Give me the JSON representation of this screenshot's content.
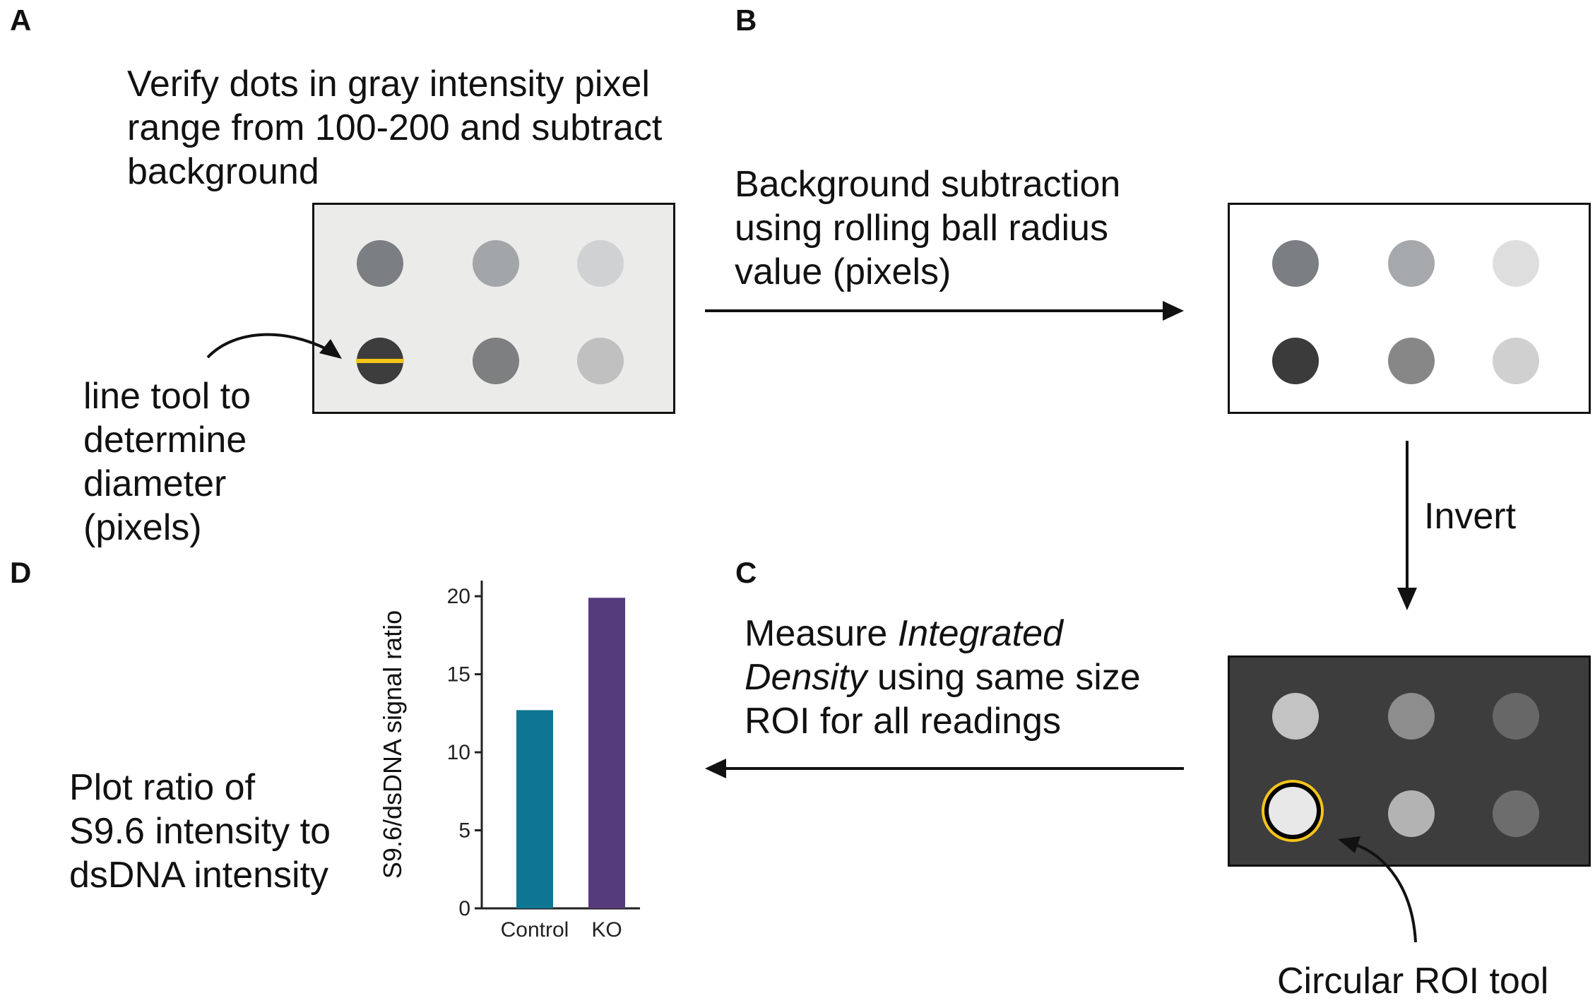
{
  "panels": {
    "a": {
      "letter": "A",
      "title_lines": [
        "Verify dots in gray intensity pixel",
        "range from 100-200 and subtract",
        "background"
      ],
      "annotation_lines": [
        "line tool to",
        "determine",
        "diameter",
        "(pixels)"
      ],
      "dot_colors": [
        "#7b7f83",
        "#a3a6a9",
        "#cfd1d3",
        "#3d3d3e",
        "#7e7f80",
        "#c0c0c0"
      ],
      "box_fill": "#ebebea",
      "line_tool_color": "#f5c518"
    },
    "b": {
      "letter": "B",
      "arrow_label_lines": [
        "Background subtraction",
        "using rolling ball radius",
        "value (pixels)"
      ],
      "dot_colors": [
        "#7b7f83",
        "#a6a9ac",
        "#dedede",
        "#3b3b3c",
        "#878788",
        "#d0d0d0"
      ],
      "box_fill": "#ffffff",
      "invert_label": "Invert"
    },
    "c": {
      "letter": "C",
      "measure_line1_plain": "Measure ",
      "measure_line1_italic": "Integrated",
      "measure_line2_italic": "Density",
      "measure_line2_plain": " using same size",
      "measure_line3": "ROI for all readings",
      "roi_label": "Circular ROI tool",
      "dot_colors": [
        "#c3c3c3",
        "#8d8d8d",
        "#676767",
        "#e8e8e8",
        "#b3b3b3",
        "#6d6d6d"
      ],
      "box_fill": "#3d3d3d",
      "roi_ring_color": "#f5c518"
    },
    "d": {
      "letter": "D",
      "text_lines": [
        "Plot ratio of",
        "S9.6 intensity to",
        "dsDNA intensity"
      ]
    }
  },
  "chart_data": {
    "type": "bar",
    "categories": [
      "Control",
      "KO"
    ],
    "values": [
      12.7,
      19.9
    ],
    "colors": [
      "#0e7593",
      "#563b7b"
    ],
    "ylabel": "S9.6/dsDNA signal ratio",
    "ylim": [
      0,
      21
    ],
    "yticks": [
      0,
      5,
      10,
      15,
      20
    ]
  }
}
